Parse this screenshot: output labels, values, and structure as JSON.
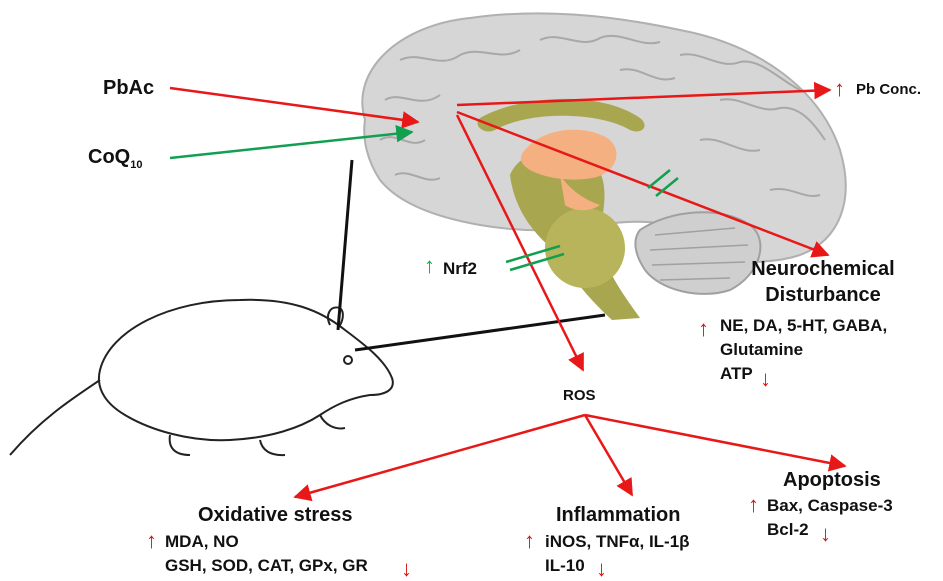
{
  "inputs": {
    "pbac": "PbAc",
    "coq_main": "CoQ",
    "coq_sub": "10"
  },
  "pb_conc": "Pb Conc.",
  "nrf2": "Nrf2",
  "neuro": {
    "title_line1": "Neurochemical",
    "title_line2": "Disturbance",
    "up_line1": "NE, DA, 5-HT, GABA,",
    "up_line2": "Glutamine",
    "down": "ATP"
  },
  "ros": "ROS",
  "oxidative": {
    "title": "Oxidative stress",
    "up": "MDA, NO",
    "down": "GSH, SOD, CAT, GPx, GR"
  },
  "inflammation": {
    "title": "Inflammation",
    "up": "iNOS, TNFα, IL-1β",
    "down": "IL-10"
  },
  "apoptosis": {
    "title": "Apoptosis",
    "up": "Bax, Caspase-3",
    "down": "Bcl-2"
  },
  "colors": {
    "red_arrow": "#e81818",
    "green_arrow": "#12a050",
    "brain_gray": "#d6d6d6",
    "brainstem_olive": "#a9a650",
    "thalamus_peach": "#f4b080"
  }
}
